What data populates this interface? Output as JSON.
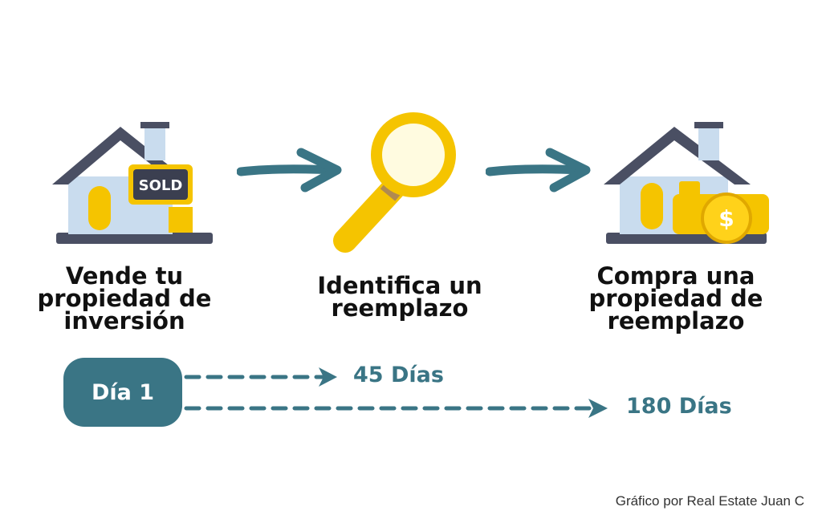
{
  "steps": [
    {
      "title": "Vende tu\npropiedad de\ninversión",
      "icon": "sold-house-icon",
      "sign": "SOLD"
    },
    {
      "title": "Identifica un\nreemplazo",
      "icon": "magnifying-glass-icon"
    },
    {
      "title": "Compra una\npropiedad de\nreemplazo",
      "icon": "house-coins-icon",
      "coin_symbol": "$"
    }
  ],
  "timeline": {
    "start": "Día 1",
    "deadline_1": "45 Días",
    "deadline_2": "180 Días"
  },
  "credit": "Gráfico por Real Estate Juan C",
  "colors": {
    "accent": "#3a7585",
    "roof": "#4a4f63",
    "wall": "#c9dcee",
    "gold": "#f5c400"
  }
}
